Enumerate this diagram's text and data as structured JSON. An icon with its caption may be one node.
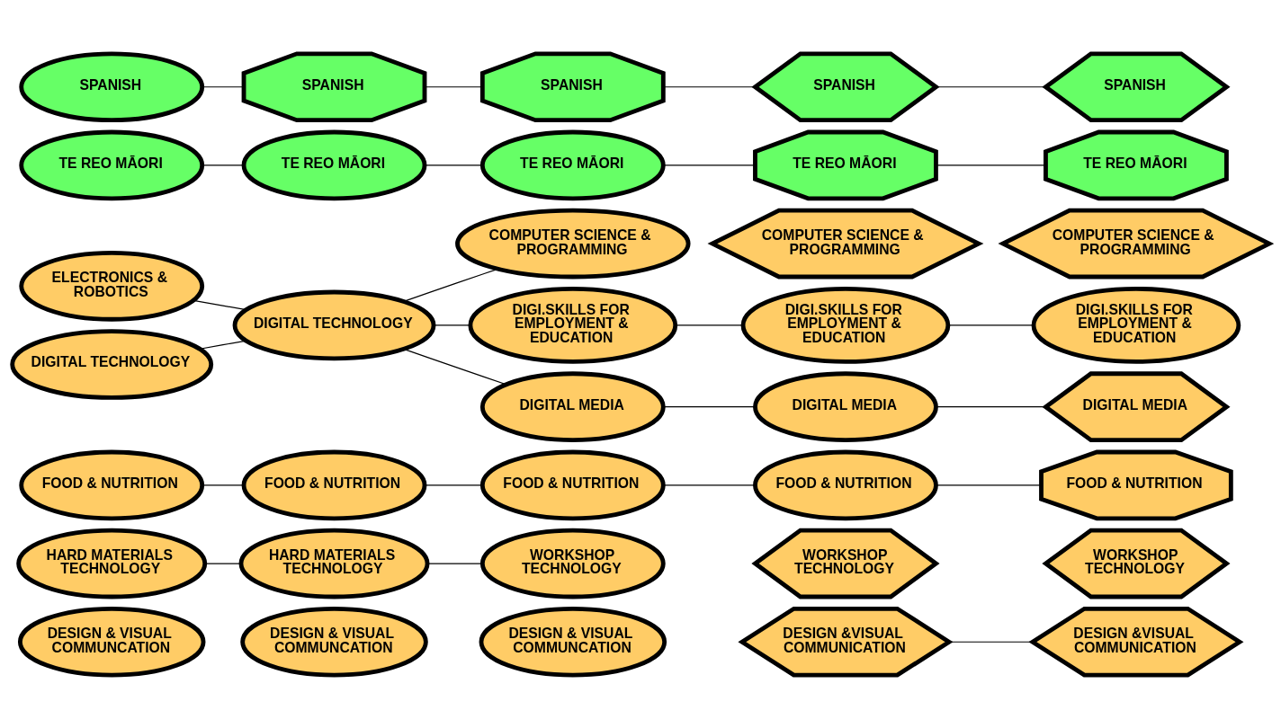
{
  "diagram": {
    "nodes": [
      {
        "text": [
          "DESIGN & VISUAL COMMUNCATION"
        ]
      },
      {
        "text": [
          "DESIGN & VISUAL COMMUNCATION"
        ]
      },
      {
        "text": [
          "DESIGN & VISUAL COMMUNCATION"
        ]
      },
      {
        "text": [
          "DESIGN &VISUAL COMMUNICATION"
        ]
      },
      {
        "text": [
          "DESIGN &VISUAL COMMUNICATION"
        ]
      },
      {
        "text": [
          "HARD MATERIALS TECHNOLOGY"
        ]
      },
      {
        "text": [
          "HARD MATERIALS TECHNOLOGY"
        ]
      },
      {
        "text": [
          "WORKSHOP TECHNOLOGY"
        ]
      },
      {
        "text": [
          "WORKSHOP TECHNOLOGY"
        ]
      },
      {
        "text": [
          "WORKSHOP TECHNOLOGY"
        ]
      },
      {
        "text": [
          "FOOD & NUTRITION"
        ]
      },
      {
        "text": [
          "FOOD & NUTRITION"
        ]
      },
      {
        "text": [
          "FOOD & NUTRITION"
        ]
      },
      {
        "text": [
          "FOOD & NUTRITION"
        ]
      },
      {
        "text": [
          "FOOD & NUTRITION"
        ]
      },
      {
        "text": [
          "ELECTRONICS & ROBOTICS"
        ]
      },
      {
        "text": [
          "DIGITAL TECHNOLOGY"
        ]
      },
      {
        "text": [
          "DIGITAL TECHNOLOGY"
        ]
      },
      {
        "text": [
          "COMPUTER SCIENCE & PROGRAMMING"
        ]
      },
      {
        "text": [
          "COMPUTER SCIENCE & PROGRAMMING"
        ]
      },
      {
        "text": [
          "COMPUTER SCIENCE & PROGRAMMING"
        ]
      },
      {
        "text": [
          "DIGI.SKILLS FOR EMPLOYMENT & EDUCATION"
        ]
      },
      {
        "text": [
          "DIGI.SKILLS FOR EMPLOYMENT & EDUCATION"
        ]
      },
      {
        "text": [
          "DIGI.SKILLS FOR EMPLOYMENT & EDUCATION"
        ]
      },
      {
        "text": [
          "DIGITAL MEDIA"
        ]
      },
      {
        "text": [
          "DIGITAL MEDIA"
        ]
      },
      {
        "text": [
          "DIGITAL MEDIA"
        ]
      },
      {
        "text": [
          "TE REO MĀORI"
        ]
      },
      {
        "text": [
          "TE REO MĀORI"
        ]
      },
      {
        "text": [
          "TE REO MĀORI"
        ]
      },
      {
        "text": [
          "TE REO MĀORI"
        ]
      },
      {
        "text": [
          "TE REO MĀORI"
        ]
      },
      {
        "text": [
          "SPANISH"
        ]
      },
      {
        "text": [
          "SPANISH"
        ]
      },
      {
        "text": [
          "SPANISH"
        ]
      },
      {
        "text": [
          "SPANISH"
        ]
      },
      {
        "text": [
          "SPANISH"
        ]
      }
    ],
    "edges": [
      {
        "from": 3,
        "to": 4,
        "arrow": "none"
      },
      {
        "from": 5,
        "to": 6,
        "arrow": "none"
      },
      {
        "from": 6,
        "to": 7,
        "arrow": "none"
      },
      {
        "from": 10,
        "to": 11,
        "arrow": "none"
      },
      {
        "from": 11,
        "to": 12,
        "arrow": "none"
      },
      {
        "from": 12,
        "to": 13,
        "arrow": "none"
      },
      {
        "from": 13,
        "to": 14,
        "arrow": "none"
      },
      {
        "from": 15,
        "to": 17,
        "arrow": "none"
      },
      {
        "from": 16,
        "to": 17,
        "arrow": "none"
      },
      {
        "from": 17,
        "to": 18,
        "arrow": "none"
      },
      {
        "from": 17,
        "to": 21,
        "arrow": "none"
      },
      {
        "from": 17,
        "to": 24,
        "arrow": "none"
      },
      {
        "from": 21,
        "to": 22,
        "arrow": "none"
      },
      {
        "from": 22,
        "to": 23,
        "arrow": "none"
      },
      {
        "from": 24,
        "to": 25,
        "arrow": "none"
      },
      {
        "from": 25,
        "to": 26,
        "arrow": "none"
      },
      {
        "from": 27,
        "to": 28,
        "arrow": "none"
      },
      {
        "from": 28,
        "to": 29,
        "arrow": "none"
      },
      {
        "from": 29,
        "to": 30,
        "arrow": "none"
      },
      {
        "from": 30,
        "to": 31,
        "arrow": "none"
      },
      {
        "from": 32,
        "to": 33,
        "arrow": "none"
      },
      {
        "from": 33,
        "to": 34,
        "arrow": "none"
      },
      {
        "from": 34,
        "to": 35,
        "arrow": "none"
      },
      {
        "from": 35,
        "to": 36,
        "arrow": "none"
      }
    ]
  }
}
